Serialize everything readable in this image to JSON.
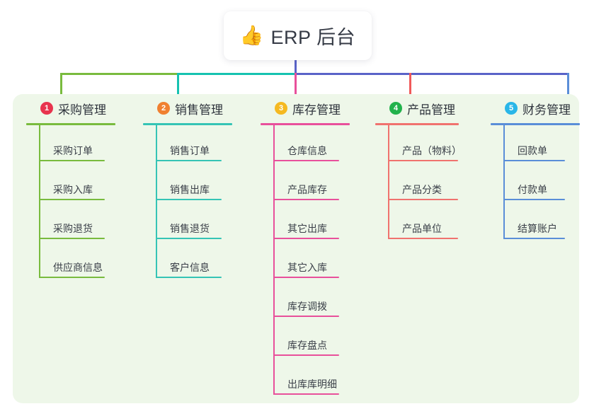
{
  "root": {
    "icon": "thumbs-up-emoji",
    "emoji": "👍",
    "title": "ERP 后台"
  },
  "panel": {
    "background_color": "#eef7e9"
  },
  "connector_colors": {
    "root_stem": "#5a63c8",
    "bar_segment_1": "#79bb3e",
    "bar_segment_2": "#16c2b0",
    "bar_segment_3": "#5a63c8",
    "drop_1": "#79bb3e",
    "drop_2": "#16c2b0",
    "drop_3": "#e8509b",
    "drop_4": "#f05a5a",
    "drop_5": "#5a8ed8"
  },
  "columns": [
    {
      "badge": "1",
      "badge_color": "#e8344e",
      "title": "采购管理",
      "line_color": "#79bb3e",
      "items": [
        {
          "label": "采购订单"
        },
        {
          "label": "采购入库"
        },
        {
          "label": "采购退货"
        },
        {
          "label": "供应商信息"
        }
      ]
    },
    {
      "badge": "2",
      "badge_color": "#f08030",
      "title": "销售管理",
      "line_color": "#35c4b5",
      "items": [
        {
          "label": "销售订单"
        },
        {
          "label": "销售出库"
        },
        {
          "label": "销售退货"
        },
        {
          "label": "客户信息"
        }
      ]
    },
    {
      "badge": "3",
      "badge_color": "#f5b921",
      "title": "库存管理",
      "line_color": "#e8509b",
      "items": [
        {
          "label": "仓库信息"
        },
        {
          "label": "产品库存"
        },
        {
          "label": "其它出库"
        },
        {
          "label": "其它入库"
        },
        {
          "label": "库存调拨"
        },
        {
          "label": "库存盘点"
        },
        {
          "label": "出库库明细"
        }
      ]
    },
    {
      "badge": "4",
      "badge_color": "#22b24c",
      "title": "产品管理",
      "line_color": "#f0726e",
      "items": [
        {
          "label": "产品（物料）"
        },
        {
          "label": "产品分类"
        },
        {
          "label": "产品单位"
        }
      ]
    },
    {
      "badge": "5",
      "badge_color": "#29b6e8",
      "title": "财务管理",
      "line_color": "#5a8ed8",
      "items": [
        {
          "label": "回款单"
        },
        {
          "label": "付款单"
        },
        {
          "label": "结算账户"
        }
      ]
    }
  ]
}
